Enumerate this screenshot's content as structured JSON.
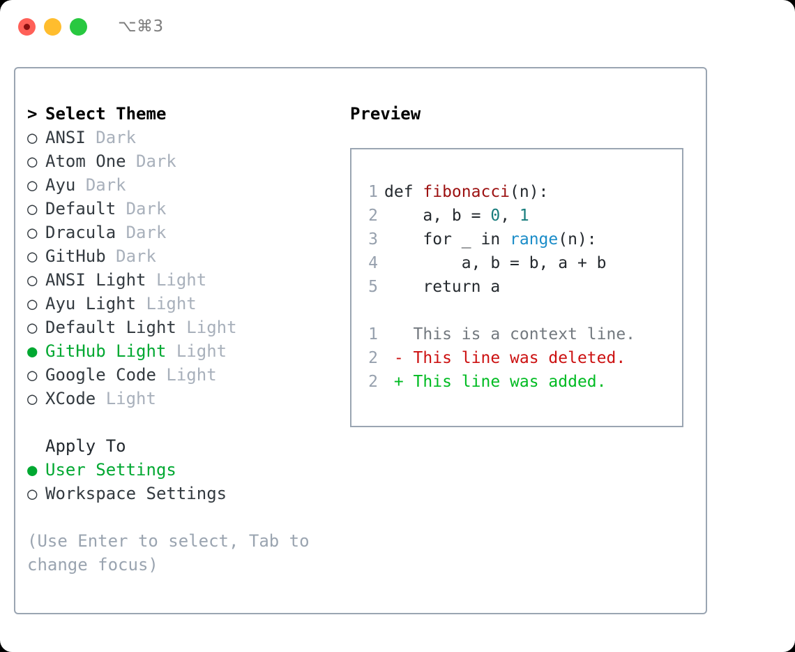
{
  "window": {
    "traffic_lights": [
      "close",
      "minimize",
      "maximize"
    ],
    "shortcut": "⌥⌘3",
    "accent_green": "#00a831",
    "border_color": "#9aa5b2",
    "muted_color": "#a8b0bb"
  },
  "theme_list": {
    "heading": "Select Theme",
    "heading_marker": ">",
    "marker_selected": "●",
    "marker_unselected": "○",
    "items": [
      {
        "label": "ANSI",
        "suffix": "Dark",
        "selected": false
      },
      {
        "label": "Atom One",
        "suffix": "Dark",
        "selected": false
      },
      {
        "label": "Ayu",
        "suffix": "Dark",
        "selected": false
      },
      {
        "label": "Default",
        "suffix": "Dark",
        "selected": false
      },
      {
        "label": "Dracula",
        "suffix": "Dark",
        "selected": false
      },
      {
        "label": "GitHub",
        "suffix": "Dark",
        "selected": false
      },
      {
        "label": "ANSI Light",
        "suffix": "Light",
        "selected": false
      },
      {
        "label": "Ayu Light",
        "suffix": "Light",
        "selected": false
      },
      {
        "label": "Default Light",
        "suffix": "Light",
        "selected": false
      },
      {
        "label": "GitHub Light",
        "suffix": "Light",
        "selected": true
      },
      {
        "label": "Google Code",
        "suffix": "Light",
        "selected": false
      },
      {
        "label": "XCode",
        "suffix": "Light",
        "selected": false
      }
    ]
  },
  "apply_to": {
    "heading": "Apply To",
    "items": [
      {
        "label": "User Settings",
        "selected": true
      },
      {
        "label": "Workspace Settings",
        "selected": false
      }
    ]
  },
  "hint": "(Use Enter to select, Tab to change focus)",
  "preview": {
    "title": "Preview",
    "code_lines": [
      {
        "num": "1",
        "parts": [
          {
            "text": "def ",
            "type": "plain"
          },
          {
            "text": "fibonacci",
            "type": "fn"
          },
          {
            "text": "(n):",
            "type": "plain"
          }
        ]
      },
      {
        "num": "2",
        "parts": [
          {
            "text": "    a, b = ",
            "type": "plain"
          },
          {
            "text": "0",
            "type": "num"
          },
          {
            "text": ", ",
            "type": "plain"
          },
          {
            "text": "1",
            "type": "num"
          }
        ]
      },
      {
        "num": "3",
        "parts": [
          {
            "text": "    for _ in ",
            "type": "plain"
          },
          {
            "text": "range",
            "type": "kwfn"
          },
          {
            "text": "(n):",
            "type": "plain"
          }
        ]
      },
      {
        "num": "4",
        "parts": [
          {
            "text": "        a, b = b, a + b",
            "type": "plain"
          }
        ]
      },
      {
        "num": "5",
        "parts": [
          {
            "text": "    return a",
            "type": "plain"
          }
        ]
      }
    ],
    "diff_lines": [
      {
        "num": "1",
        "sign": " ",
        "text": "This is a context line.",
        "kind": "ctx"
      },
      {
        "num": "2",
        "sign": "-",
        "text": "This line was deleted.",
        "kind": "del"
      },
      {
        "num": "2",
        "sign": "+",
        "text": "This line was added.",
        "kind": "add"
      }
    ]
  }
}
